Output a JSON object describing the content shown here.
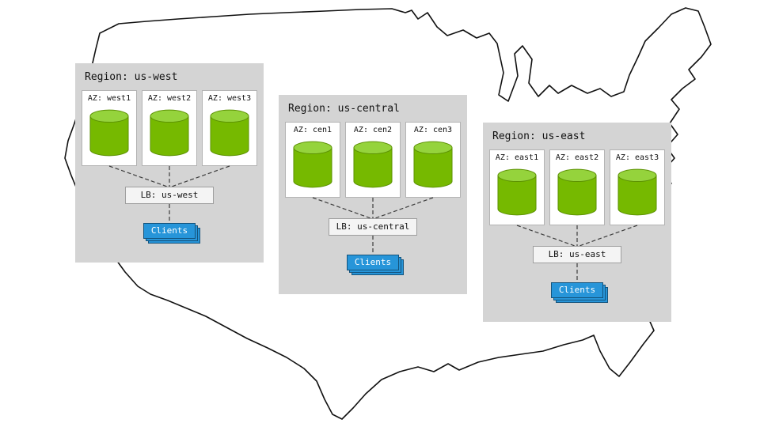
{
  "regions": [
    {
      "title": "Region: us-west",
      "azs": [
        {
          "label": "AZ: west1"
        },
        {
          "label": "AZ: west2"
        },
        {
          "label": "AZ: west3"
        }
      ],
      "lb_label": "LB: us-west",
      "clients_label": "Clients"
    },
    {
      "title": "Region: us-central",
      "azs": [
        {
          "label": "AZ: cen1"
        },
        {
          "label": "AZ: cen2"
        },
        {
          "label": "AZ: cen3"
        }
      ],
      "lb_label": "LB: us-central",
      "clients_label": "Clients"
    },
    {
      "title": "Region: us-east",
      "azs": [
        {
          "label": "AZ: east1"
        },
        {
          "label": "AZ: east2"
        },
        {
          "label": "AZ: east3"
        }
      ],
      "lb_label": "LB: us-east",
      "clients_label": "Clients"
    }
  ],
  "colors": {
    "region_bg": "#d4d4d4",
    "az_bg": "#ffffff",
    "az_border": "#b3b3b3",
    "cylinder_body": "#76b900",
    "cylinder_top": "#95d33c",
    "cylinder_stroke": "#5c9103",
    "lb_bg": "#f4f4f4",
    "lb_border": "#9e9e9e",
    "clients_bg": "#2795d9",
    "clients_border": "#14537c",
    "connector": "#3c3c3c",
    "map_stroke": "#111111"
  }
}
